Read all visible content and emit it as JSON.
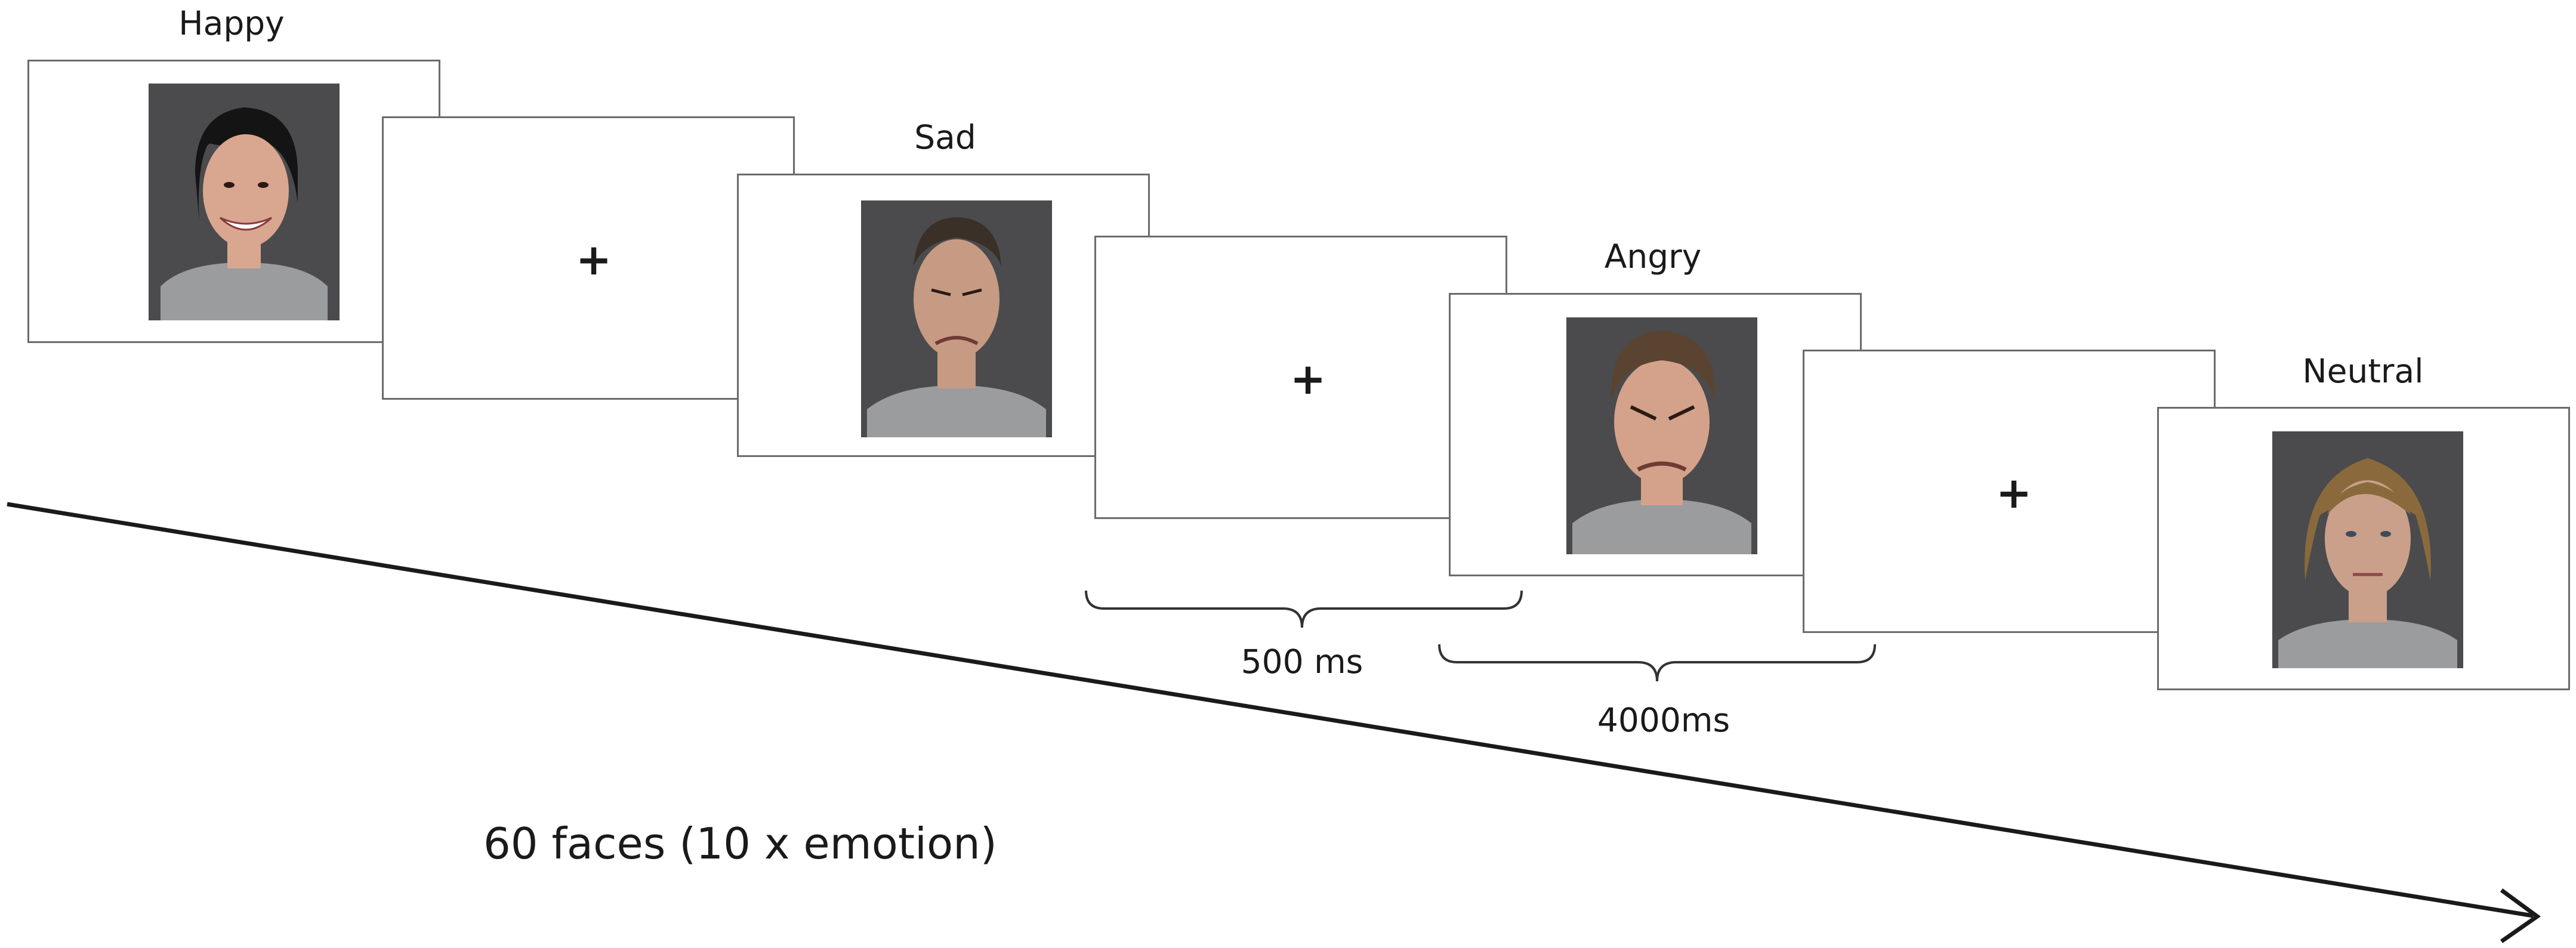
{
  "trials": [
    {
      "label": "Happy",
      "face_icon": "happy-face-photo",
      "shirt_color": "#9a9c9e",
      "hair_color": "#141414",
      "skin_color": "#d9a68f"
    },
    {
      "label": "Sad",
      "face_icon": "sad-face-photo",
      "shirt_color": "#9a9c9e",
      "hair_color": "#3a3028",
      "skin_color": "#c79a84"
    },
    {
      "label": "Angry",
      "face_icon": "angry-face-photo",
      "shirt_color": "#9a9c9e",
      "hair_color": "#5a4330",
      "skin_color": "#d4a28a"
    },
    {
      "label": "Neutral",
      "face_icon": "neutral-face-photo",
      "shirt_color": "#9a9c9e",
      "hair_color": "#8a6a3c",
      "skin_color": "#caa08a"
    }
  ],
  "fixation": {
    "symbol": "+"
  },
  "timings": {
    "fixation": "500 ms",
    "face": "4000ms"
  },
  "caption": "60 faces (10 x emotion)",
  "colors": {
    "frame_border": "#6b6b6b",
    "photo_bg": "#4b4b4d",
    "ink": "#1a1a1a"
  }
}
